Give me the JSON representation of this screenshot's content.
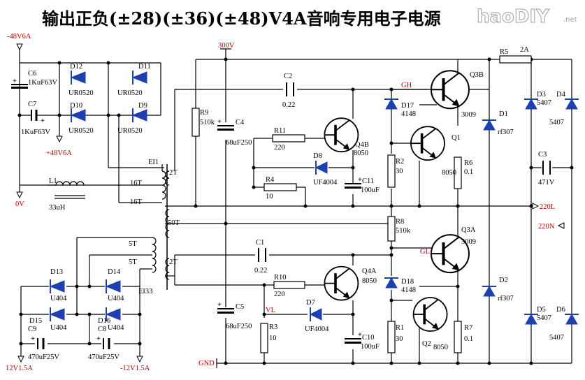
{
  "title": "输出正负(±28)(±36)(±48)V4A音响专用电子电源",
  "watermark": {
    "brand": "haoDIY",
    "suffix": ".net"
  },
  "supply_labels": {
    "neg48": "-48V6A",
    "pos48": "+48V6A",
    "zero": "0V",
    "hv": "300V",
    "gnd": "GND",
    "pos12": "12V1.5A",
    "neg12": "-12V1.5A",
    "out220l": "220L",
    "out220n": "220N"
  },
  "nets": {
    "gh": "GH",
    "gl": "GL",
    "vl": "VL"
  },
  "transformers": {
    "ei1": "EI1",
    "ei33": "EI33",
    "w16a": "16T",
    "w16b": "16T",
    "w2a": "2T",
    "w50": "50T",
    "w2b": "2T",
    "w5a": "5T",
    "w5b": "5T"
  },
  "inductor": {
    "ref": "L1",
    "value": "33uH"
  },
  "diodes": [
    {
      "ref": "D12",
      "value": "UR0520"
    },
    {
      "ref": "D11",
      "value": "UR0520"
    },
    {
      "ref": "D10",
      "value": "UR0520"
    },
    {
      "ref": "D9",
      "value": "UR0520"
    },
    {
      "ref": "D13",
      "value": "U404"
    },
    {
      "ref": "D14",
      "value": "U404"
    },
    {
      "ref": "D15",
      "value": "U404"
    },
    {
      "ref": "D16",
      "value": "U404"
    },
    {
      "ref": "D8",
      "value": "UF4004"
    },
    {
      "ref": "D7",
      "value": "UF4004"
    },
    {
      "ref": "D17",
      "value": "4148"
    },
    {
      "ref": "D18",
      "value": "4148"
    },
    {
      "ref": "D1",
      "value": "rf307"
    },
    {
      "ref": "D2",
      "value": "rf307"
    },
    {
      "ref": "D3",
      "value": "5407"
    },
    {
      "ref": "D4",
      "value": "5407"
    },
    {
      "ref": "D5",
      "value": "5407"
    },
    {
      "ref": "D6",
      "value": "5407"
    }
  ],
  "capacitors": [
    {
      "ref": "C6",
      "value": "1KuF63V"
    },
    {
      "ref": "C7",
      "value": "1KuF63V"
    },
    {
      "ref": "C9",
      "value": "470uF25V"
    },
    {
      "ref": "C8",
      "value": "470uF25V"
    },
    {
      "ref": "C4",
      "value": "68uF250"
    },
    {
      "ref": "C5",
      "value": "68uF250"
    },
    {
      "ref": "C2",
      "value": "0.22"
    },
    {
      "ref": "C1",
      "value": "0.22"
    },
    {
      "ref": "C11",
      "value": "100uF"
    },
    {
      "ref": "C10",
      "value": "100uF"
    },
    {
      "ref": "C3",
      "value": "471V"
    }
  ],
  "resistors": [
    {
      "ref": "R9",
      "value": "510k"
    },
    {
      "ref": "R11",
      "value": "220"
    },
    {
      "ref": "R4",
      "value": "10"
    },
    {
      "ref": "R10",
      "value": "220"
    },
    {
      "ref": "R3",
      "value": "10"
    },
    {
      "ref": "R2",
      "value": "30"
    },
    {
      "ref": "R8",
      "value": "510k"
    },
    {
      "ref": "R1",
      "value": "30"
    },
    {
      "ref": "R6",
      "value": "0.1"
    },
    {
      "ref": "R7",
      "value": "0.1"
    },
    {
      "ref": "R5",
      "value": "2A"
    }
  ],
  "transistors": [
    {
      "ref": "Q3B",
      "value": "3009"
    },
    {
      "ref": "Q1",
      "value": "8050"
    },
    {
      "ref": "Q4B",
      "value": "8050"
    },
    {
      "ref": "Q3A",
      "value": "3009"
    },
    {
      "ref": "Q4A",
      "value": "8050"
    },
    {
      "ref": "Q2",
      "value": "8050"
    }
  ]
}
